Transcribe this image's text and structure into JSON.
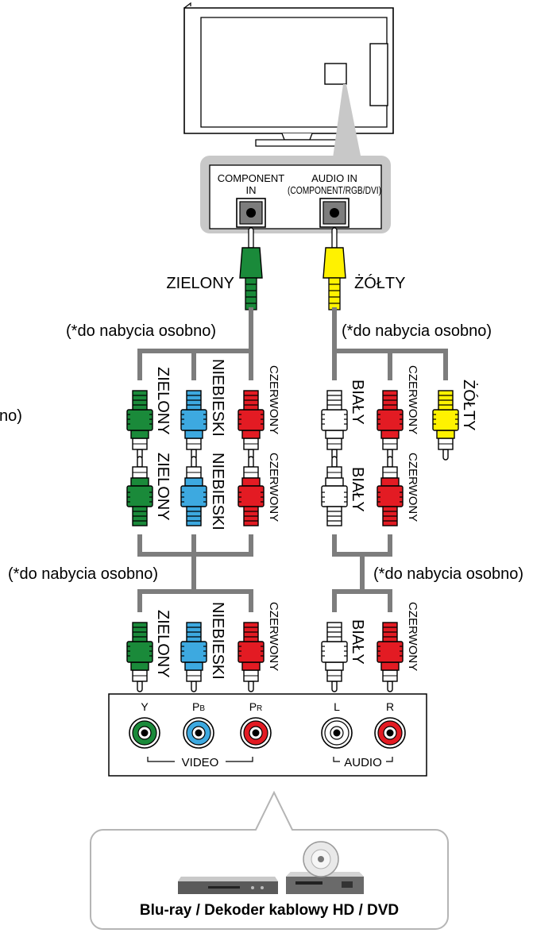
{
  "tv_panel": {
    "component_in_line1": "COMPONENT",
    "component_in_line2": "IN",
    "audio_in_line1": "AUDIO IN",
    "audio_in_line2": "(COMPONENT/RGB/DVI)"
  },
  "top_plugs": {
    "green_label": "ZIELONY",
    "yellow_label": "ŻÓŁTY"
  },
  "notes": {
    "sold_separately": "(*do nabycia osobno)",
    "cut_off_fragment": "no)"
  },
  "adapter_left": {
    "labels": [
      "ZIELONY",
      "NIEBIESKI",
      "CZERWONY"
    ]
  },
  "adapter_right": {
    "labels": [
      "BIAŁY",
      "CZERWONY",
      "ŻÓŁTY"
    ]
  },
  "middle_left": {
    "labels": [
      "ZIELONY",
      "NIEBIESKI",
      "CZERWONY"
    ]
  },
  "middle_right": {
    "labels": [
      "BIAŁY",
      "CZERWONY"
    ]
  },
  "bottom_left": {
    "labels": [
      "ZIELONY",
      "NIEBIESKI",
      "CZERWONY"
    ]
  },
  "bottom_right": {
    "labels": [
      "BIAŁY",
      "CZERWONY"
    ]
  },
  "device_panel": {
    "jack_labels": [
      "Y",
      "P",
      "P",
      "L",
      "R"
    ],
    "jack_subscripts": [
      "",
      "B",
      "R",
      "",
      ""
    ],
    "video_label": "VIDEO",
    "audio_label": "AUDIO"
  },
  "devices_caption": "Blu-ray / Dekoder kablowy HD / DVD",
  "colors": {
    "green": "#1a8a3a",
    "blue": "#3da9e0",
    "red": "#e31b23",
    "white": "#ffffff",
    "yellow": "#fff200",
    "cable_gray": "#7d7d7d",
    "panel_gray": "#c8c8c8"
  }
}
